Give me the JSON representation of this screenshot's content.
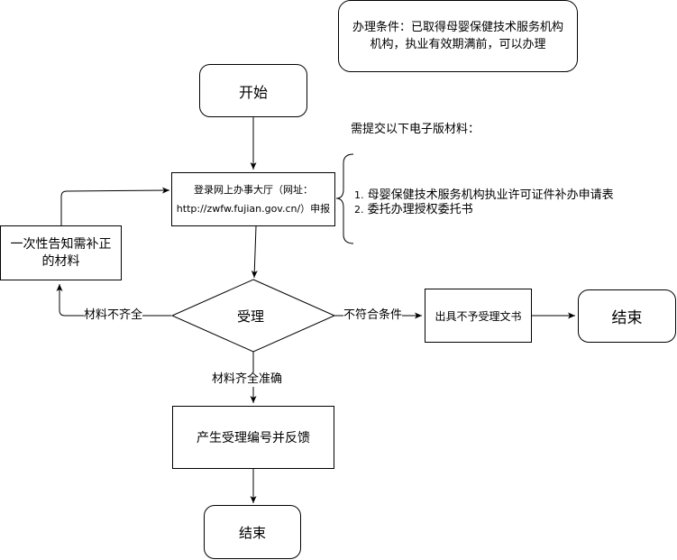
{
  "condition": {
    "line1": "办理条件：已取得母婴保健技术服务机构",
    "line2": "机构，执业有效期满前，可以办理"
  },
  "start_label": "开始",
  "login": {
    "line1": "登录网上办事大厅（网址：",
    "line2": "http://zwfw.fujian.gov.cn/）申报"
  },
  "materials": {
    "heading": "需提交以下电子版材料：",
    "items": [
      {
        "num": "1.",
        "text": "母婴保健技术服务机构执业许可证件补办申请表"
      },
      {
        "num": "2.",
        "text": "委托办理授权委托书"
      }
    ]
  },
  "notify": {
    "line1": "一次性告知需补正",
    "line2": "的材料"
  },
  "accept_label": "受理",
  "edge_incomplete": "材料不齐全",
  "edge_not_qualified": "不符合条件",
  "edge_complete": "材料齐全准确",
  "reject_doc": "出具不予受理文书",
  "end_right": "结束",
  "generate": "产生受理编号并反馈",
  "end_bottom": "结束"
}
